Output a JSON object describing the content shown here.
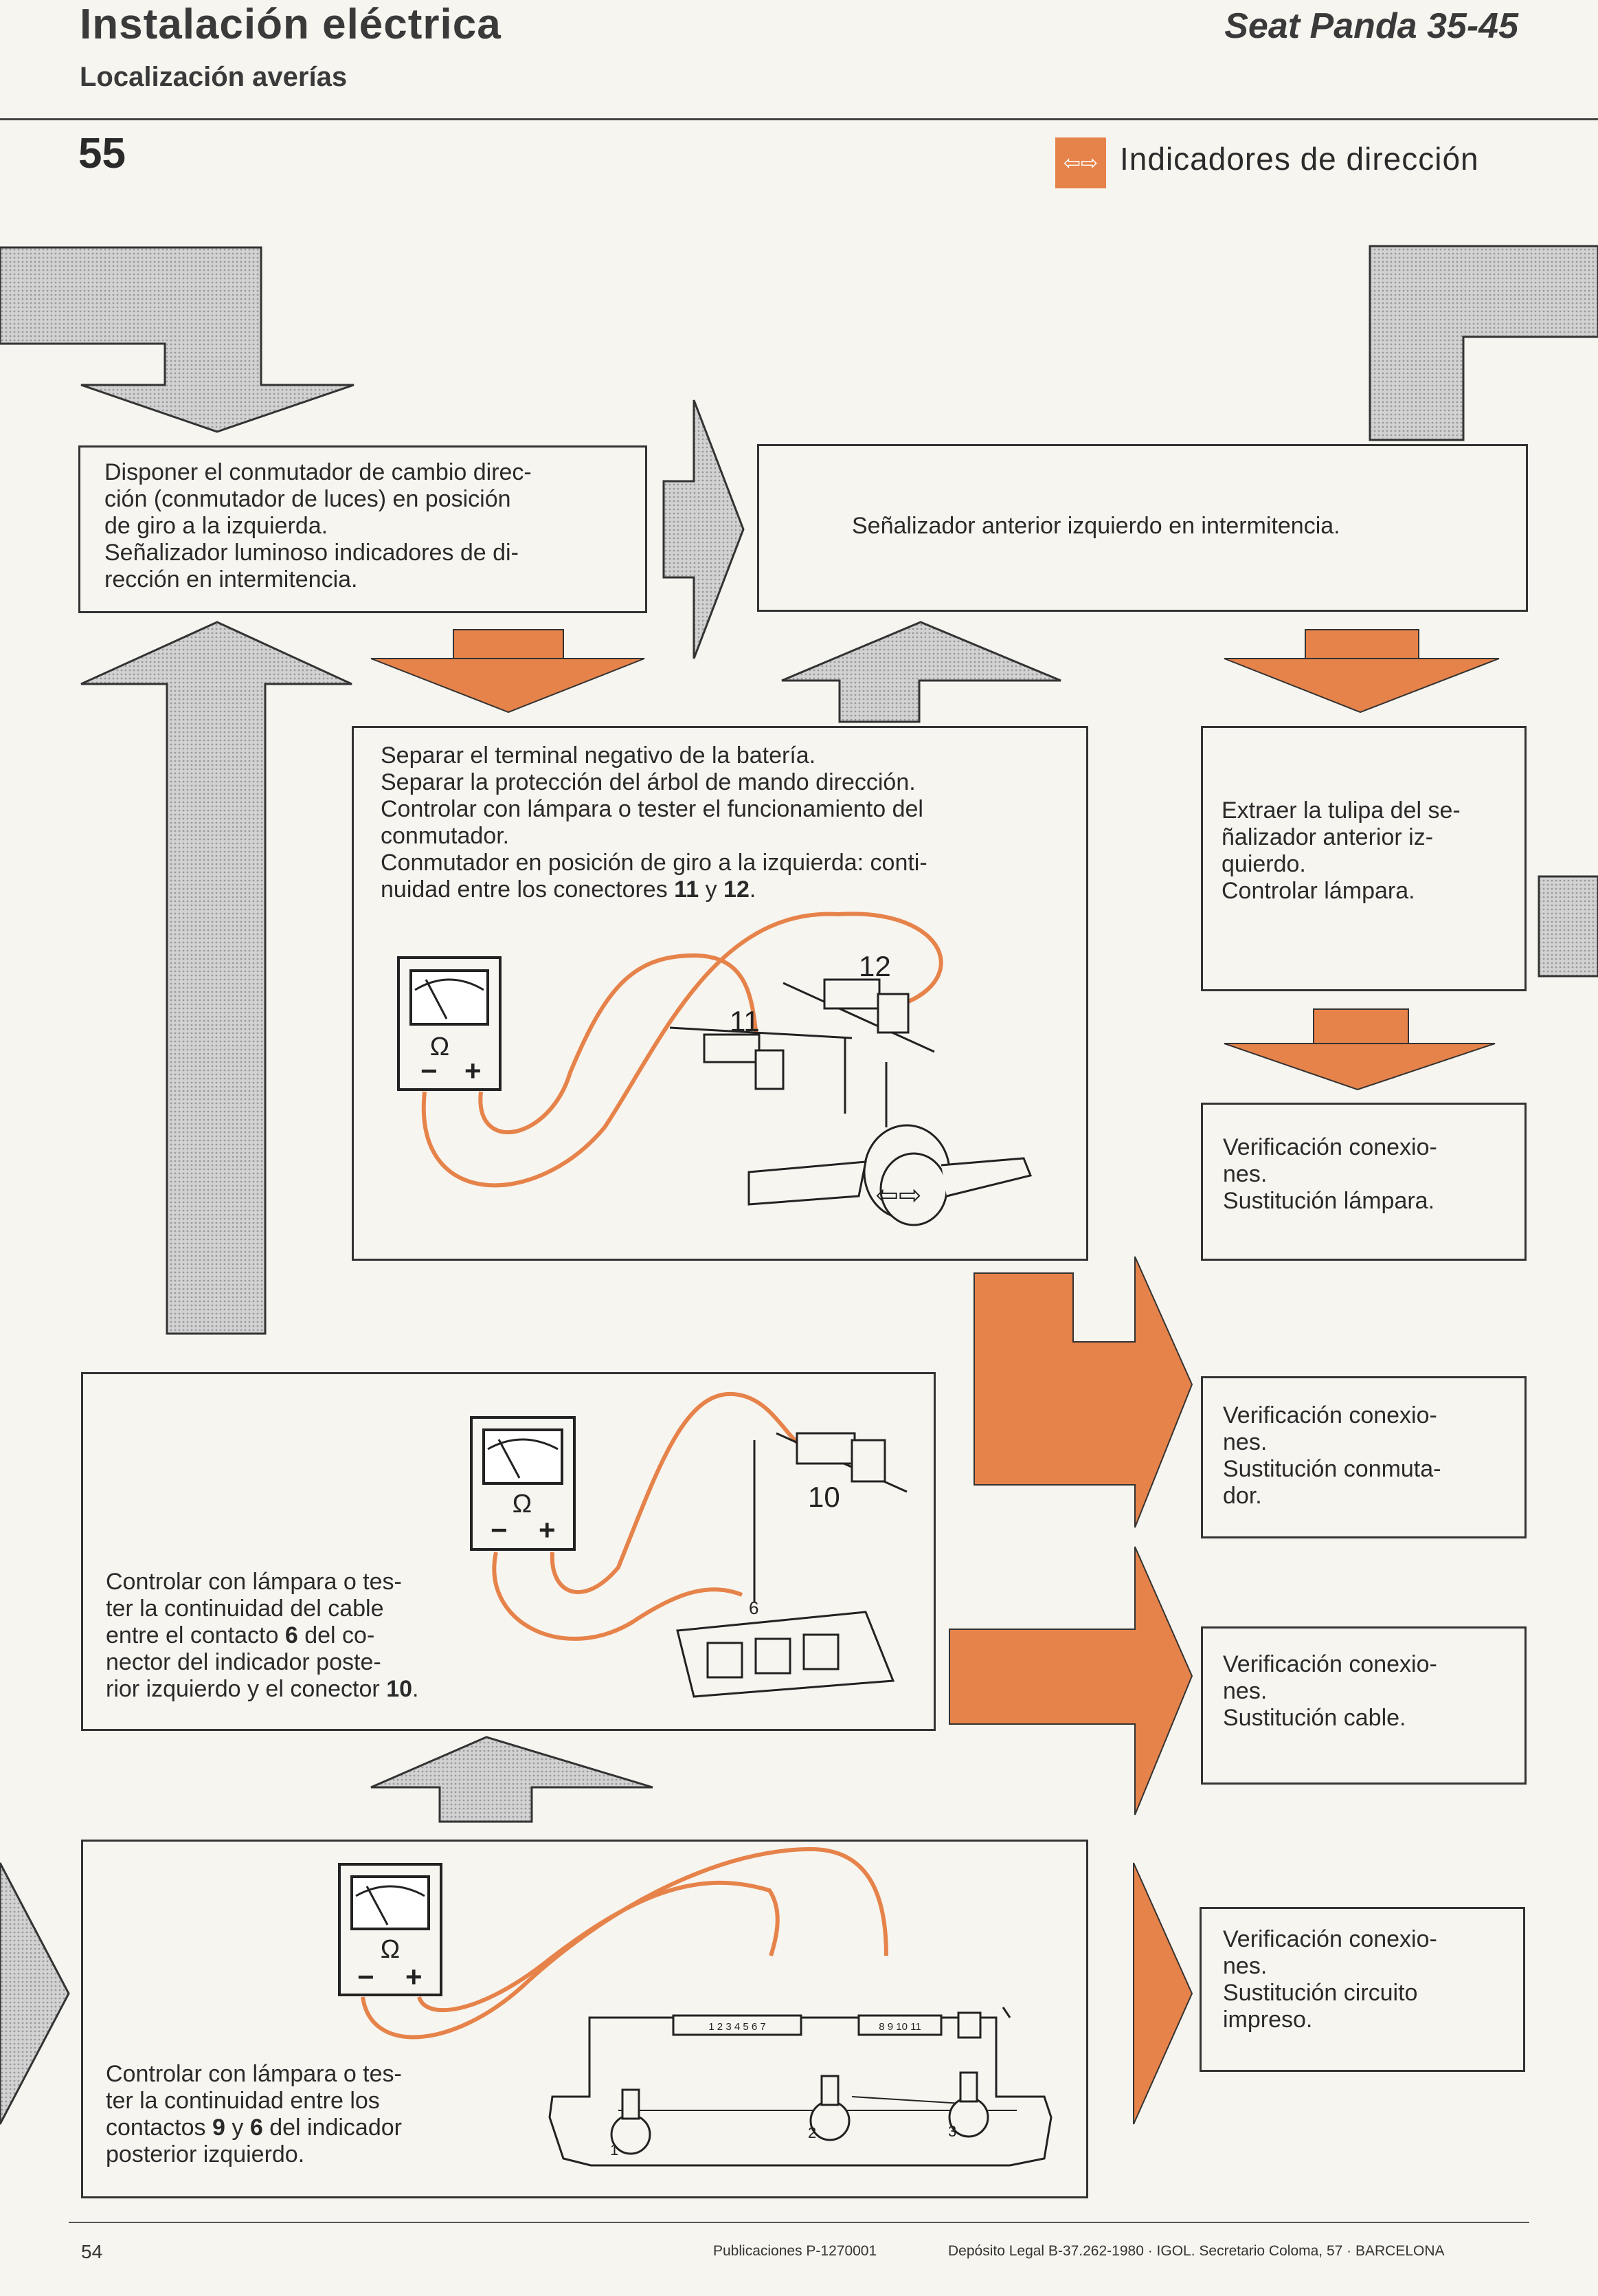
{
  "header": {
    "title": "Instalación eléctrica",
    "subtitle": "Localización averías",
    "model": "Seat Panda 35-45"
  },
  "page_number": "55",
  "section": {
    "icon": "turn-signal-arrows-icon",
    "title": "Indicadores de dirección"
  },
  "colors": {
    "accent": "#e6834a",
    "grey_arrow": "#c9c9c9",
    "line": "#333333"
  },
  "steps": {
    "step1": [
      "Disponer el conmutador de cambio direc-",
      "ción (conmutador de luces) en posición",
      "de giro a la izquierda.",
      "Señalizador luminoso indicadores de di-",
      "rección en intermitencia."
    ],
    "step2": "Señalizador anterior izquierdo en intermitencia.",
    "step3": [
      "Separar el terminal negativo de la batería.",
      "Separar la protección del árbol de mando dirección.",
      "Controlar con lámpara o tester el funcionamiento del",
      "conmutador."
    ],
    "step3_b": "Conmutador en posición de giro a la izquierda: conti-",
    "step3_c": "nuidad entre los conectores",
    "step3_c1": "11",
    "step3_c2": "y",
    "step3_c3": "12",
    "step3_c4": ".",
    "step4": [
      "Extraer la tulipa del se-",
      "ñalizador anterior iz-",
      "quierdo.",
      "Controlar lámpara."
    ],
    "step5": [
      "Verificación conexio-",
      "nes.",
      "Sustitución lámpara."
    ],
    "step6": [
      "Verificación conexio-",
      "nes.",
      "Sustitución conmuta-",
      "dor."
    ],
    "step7": [
      "Verificación conexio-",
      "nes.",
      "Sustitución cable."
    ],
    "step8": [
      "Verificación conexio-",
      "nes.",
      "Sustitución circuito",
      "impreso."
    ],
    "step9_lines": [
      "Controlar con lámpara o tes-",
      "ter la continuidad del cable",
      "entre el contacto",
      "del co-",
      "nector del indicador poste-",
      "rior izquierdo y el conector"
    ],
    "step9_n1": "6",
    "step9_n2": "10",
    "step9_end": ".",
    "step10_lines": [
      "Controlar con lámpara o tes-",
      "ter la continuidad entre los",
      "contactos",
      "y",
      "del indicador",
      "posterior izquierdo."
    ],
    "step10_n1": "9",
    "step10_n2": "6"
  },
  "diagram_labels": {
    "ohm": "Ω",
    "minus": "−",
    "plus": "+",
    "connector_11": "11",
    "connector_12": "12",
    "connector_10": "10",
    "contact_6": "6",
    "pcb_left": "1 2 3 4 5 6 7",
    "pcb_right": "8 9 10 11",
    "bulb_1": "1",
    "bulb_2": "2",
    "bulb_3": "3"
  },
  "footer": {
    "page": "54",
    "publication": "Publicaciones P-1270001",
    "legal": "Depósito Legal B-37.262-1980 · IGOL. Secretario Coloma, 57 · BARCELONA"
  }
}
